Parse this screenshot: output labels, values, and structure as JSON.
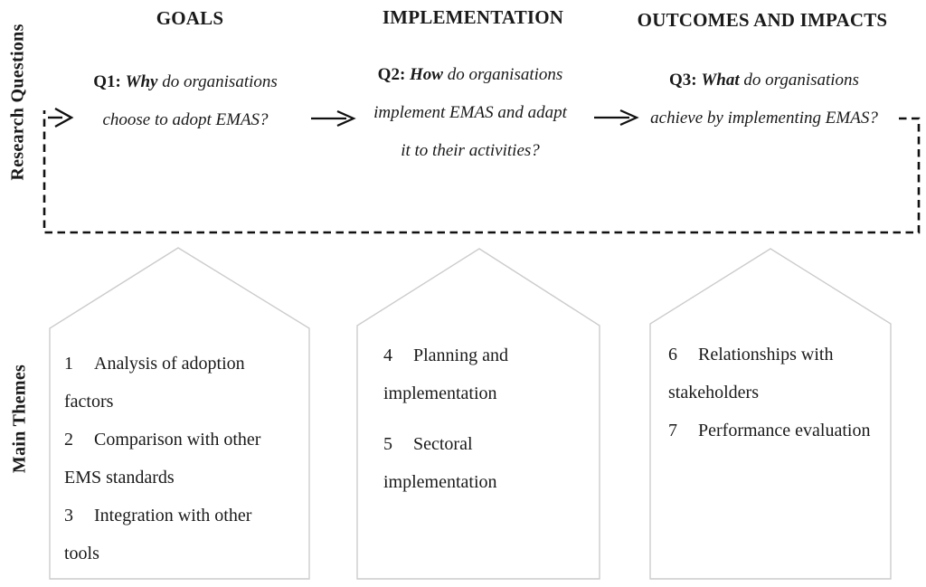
{
  "labels": {
    "research_questions": "Research Questions",
    "main_themes": "Main Themes"
  },
  "columns": [
    {
      "header": "GOALS",
      "q_prefix": "Q1: ",
      "q_keyword": "Why",
      "line1_rest": " do organisations",
      "line2": "choose to adopt EMAS?",
      "line3": ""
    },
    {
      "header": "IMPLEMENTATION",
      "q_prefix": "Q2: ",
      "q_keyword": "How",
      "line1_rest": " do organisations",
      "line2": "implement EMAS and adapt",
      "line3": "it to their activities?"
    },
    {
      "header": "OUTCOMES AND IMPACTS",
      "q_prefix": "Q3: ",
      "q_keyword": "What",
      "line1_rest": " do organisations",
      "line2": "achieve by implementing EMAS?",
      "line3": ""
    }
  ],
  "themes": {
    "boxes": [
      {
        "items": [
          {
            "num": "1",
            "text": "Analysis of adoption factors"
          },
          {
            "num": "2",
            "text": "Comparison with other EMS standards"
          },
          {
            "num": "3",
            "text": "Integration with other tools"
          }
        ]
      },
      {
        "items": [
          {
            "num": "4",
            "text": "Planning and implementation"
          },
          {
            "num": "5",
            "text": "Sectoral implementation"
          }
        ]
      },
      {
        "items": [
          {
            "num": "6",
            "text": "Relationships with stakeholders"
          },
          {
            "num": "7",
            "text": "Performance evaluation"
          }
        ]
      }
    ]
  },
  "colors": {
    "text": "#1a1a1a",
    "line": "#111111",
    "box_border": "#cccccc",
    "box_fill": "#ffffff"
  }
}
